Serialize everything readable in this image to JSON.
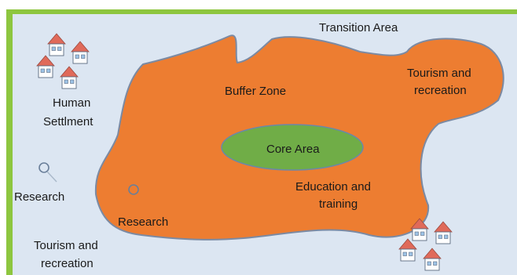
{
  "labels": {
    "transition_area": "Transition Area",
    "buffer_zone": "Buffer Zone",
    "core_area": "Core Area",
    "tourism_right_1": "Tourism and",
    "tourism_right_2": "recreation",
    "education_1": "Education and",
    "education_2": "training",
    "research_inner": "Research",
    "human_1": "Human",
    "human_2": "Settlment",
    "research_outer": "Research",
    "tourism_left_1": "Tourism and",
    "tourism_left_2": "recreation"
  },
  "colors": {
    "background": "#dce6f2",
    "frame_green": "#8dc63f",
    "buffer_fill": "#ed7d31",
    "buffer_stroke": "#7b8aa3",
    "core_fill": "#70ad47",
    "roof": "#e06a5a",
    "house_wall": "#ffffff",
    "window": "#9dc3e6",
    "magnifier": "#6a7f9a"
  },
  "icons": {
    "settlement": "house-icon",
    "research": "magnifier-icon"
  }
}
